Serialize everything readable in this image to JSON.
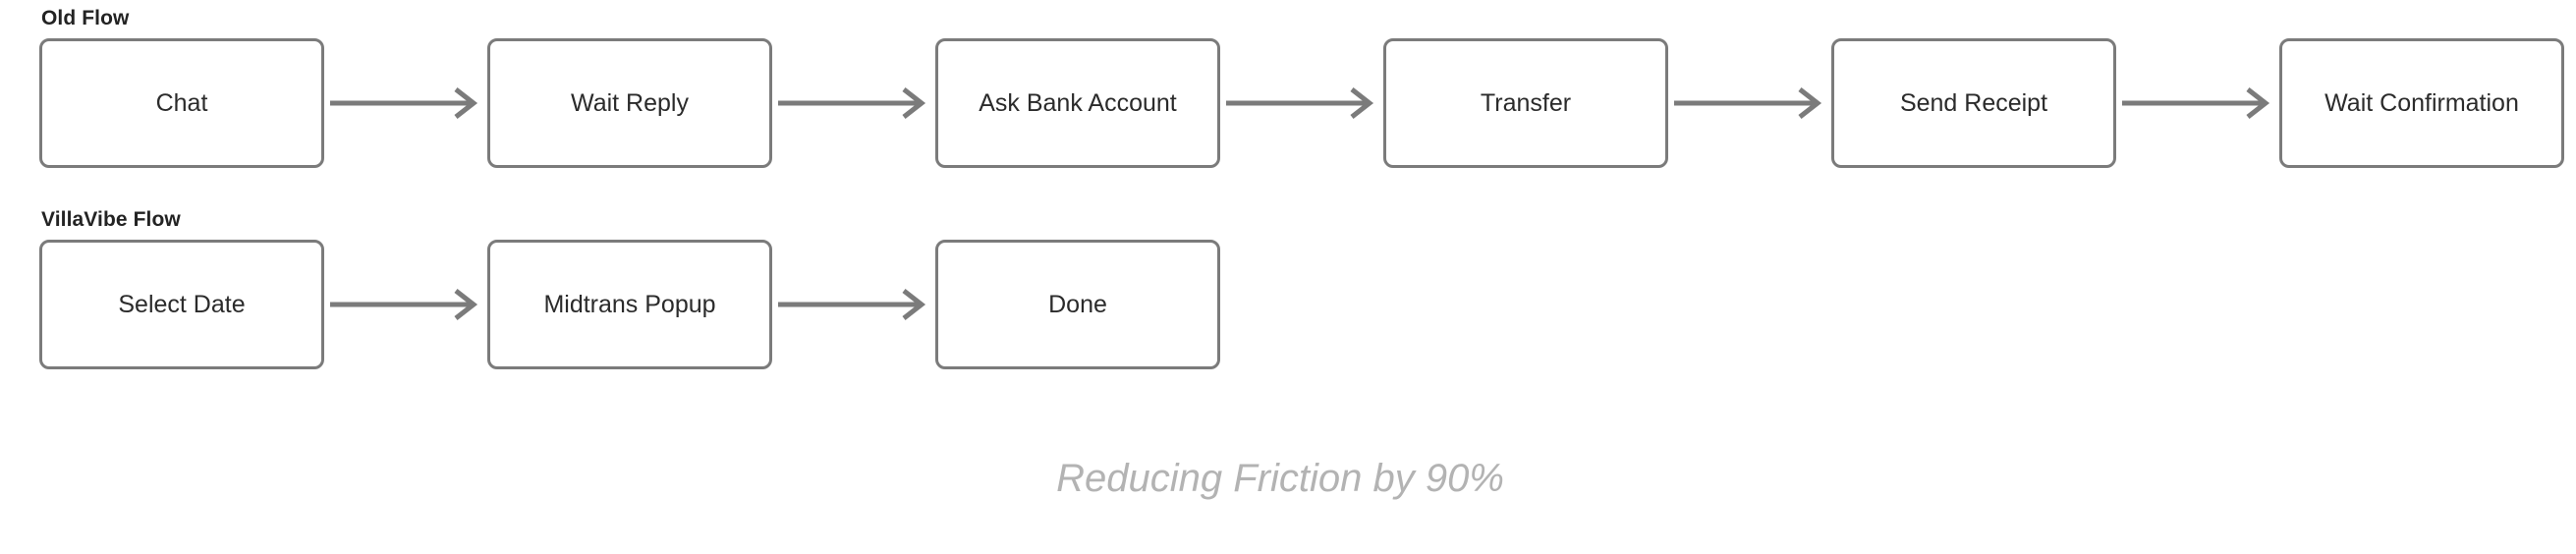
{
  "diagram": {
    "background_color": "#ffffff",
    "node_border_color": "#7b7b7b",
    "node_text_color": "#2b2b2b",
    "label_text_color": "#232323",
    "arrow_color": "#7b7b7b",
    "caption_color": "#b3b3b3",
    "rows": [
      {
        "id": "old-flow",
        "label": "Old Flow",
        "nodes": [
          {
            "label": "Chat"
          },
          {
            "label": "Wait Reply"
          },
          {
            "label": "Ask Bank Account"
          },
          {
            "label": "Transfer"
          },
          {
            "label": "Send Receipt"
          },
          {
            "label": "Wait Confirmation"
          }
        ]
      },
      {
        "id": "villavibe-flow",
        "label": "VillaVibe Flow",
        "nodes": [
          {
            "label": "Select Date"
          },
          {
            "label": "Midtrans Popup"
          },
          {
            "label": "Done"
          }
        ]
      }
    ],
    "caption": "Reducing Friction by 90%"
  }
}
